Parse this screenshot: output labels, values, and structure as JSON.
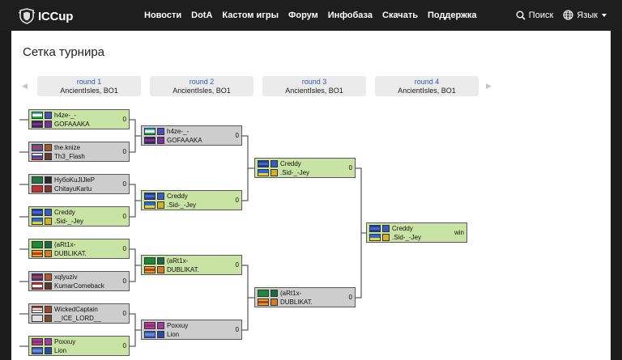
{
  "header": {
    "logo_text": "ICCup",
    "nav": [
      "Новости",
      "DotA",
      "Кастом игры",
      "Форум",
      "Инфобаза",
      "Скачать",
      "Поддержка"
    ],
    "search_label": "Поиск",
    "lang_label": "Язык"
  },
  "page": {
    "title": "Сетка турнира"
  },
  "rounds": [
    {
      "name": "round 1",
      "detail": "AncientIsles, BO1"
    },
    {
      "name": "round 2",
      "detail": "AncientIsles, BO1"
    },
    {
      "name": "round 3",
      "detail": "AncientIsles, BO1"
    },
    {
      "name": "round 4",
      "detail": "AncientIsles, BO1"
    }
  ],
  "matches": {
    "r1m1": {
      "p1": "h4ze-_-",
      "p2": "GOFAAAKA",
      "score": "0"
    },
    "r1m2": {
      "p1": "the.knize",
      "p2": "Th3_Flash",
      "score": "0"
    },
    "r1m3": {
      "p1": "HyбoKuJlJleP",
      "p2": "ChitayuKartu",
      "score": "0"
    },
    "r1m4": {
      "p1": "Creddy",
      "p2": ".Sid-_-Jey",
      "score": "0"
    },
    "r1m5": {
      "p1": "(aRt1x-",
      "p2": "DUBLIKAT.",
      "score": "0"
    },
    "r1m6": {
      "p1": "xqlyuziv",
      "p2": "KumarComeback",
      "score": "0"
    },
    "r1m7": {
      "p1": "WickedCaptain",
      "p2": "__ICE_LORD__",
      "score": "0"
    },
    "r1m8": {
      "p1": "Poxxuy",
      "p2": "Lion",
      "score": "0"
    },
    "r2m1": {
      "p1": "h4ze-_-",
      "p2": "GOFAAAKA",
      "score": "0"
    },
    "r2m2": {
      "p1": "Creddy",
      "p2": ".Sid-_-Jey",
      "score": "0"
    },
    "r2m3": {
      "p1": "(aRt1x-",
      "p2": "DUBLIKAT.",
      "score": "0"
    },
    "r2m4": {
      "p1": "Poxxuy",
      "p2": "Lion",
      "score": "0"
    },
    "r3m1": {
      "p1": "Creddy",
      "p2": ".Sid-_-Jey",
      "score": "0"
    },
    "r3m2": {
      "p1": "(aRt1x-",
      "p2": "DUBLIKAT.",
      "score": "0"
    },
    "final": {
      "p1": "Creddy",
      "p2": ".Sid-_-Jey",
      "score": "win"
    }
  },
  "colors": {
    "winner_bg": "#c9e3a4",
    "loser_bg": "#cdcdcd",
    "round_link": "#2a5fb0",
    "topbar_bg": "#1e1e1e"
  },
  "icons": {
    "arrow_left": "triangle-left-icon",
    "arrow_right": "triangle-right-icon",
    "search": "search-icon",
    "globe": "globe-icon"
  }
}
